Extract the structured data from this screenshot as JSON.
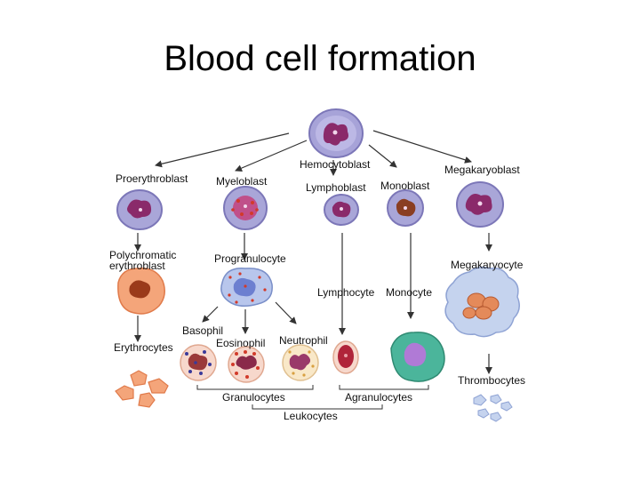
{
  "title": "Blood cell formation",
  "labels": {
    "hemocytoblast": "Hemocytoblast",
    "megakaryoblast": "Megakaryoblast",
    "proerythroblast": "Proerythroblast",
    "myeloblast": "Myeloblast",
    "lymphoblast": "Lymphoblast",
    "monoblast": "Monoblast",
    "polychromatic_line1": "Polychromatic",
    "polychromatic_line2": "erythroblast",
    "progranulocyte": "Progranulocyte",
    "megakaryocyte": "Megakaryocyte",
    "lymphocyte": "Lymphocyte",
    "monocyte": "Monocyte",
    "basophil": "Basophil",
    "eosinophil": "Eosinophil",
    "neutrophil": "Neutrophil",
    "erythrocytes": "Erythrocytes",
    "thrombocytes": "Thrombocytes",
    "granulocytes": "Granulocytes",
    "agranulocytes": "Agranulocytes",
    "leukocytes": "Leukocytes"
  },
  "colors": {
    "blast_membrane": "#a9a6d8",
    "blast_nucleus": "#8a2a6a",
    "erythro_cytoplasm": "#f4a57a",
    "erythro_nucleus": "#9a3a1a",
    "progranulocyte": "#b8c6ec",
    "megakaryocyte": "#c5d3ee",
    "monocyte_cytoplasm": "#4bb59b",
    "monocyte_nucleus": "#b07ad6",
    "lymphocyte_nucleus": "#b0243a",
    "granule_red": "#d23a2a",
    "arrow": "#333333"
  }
}
